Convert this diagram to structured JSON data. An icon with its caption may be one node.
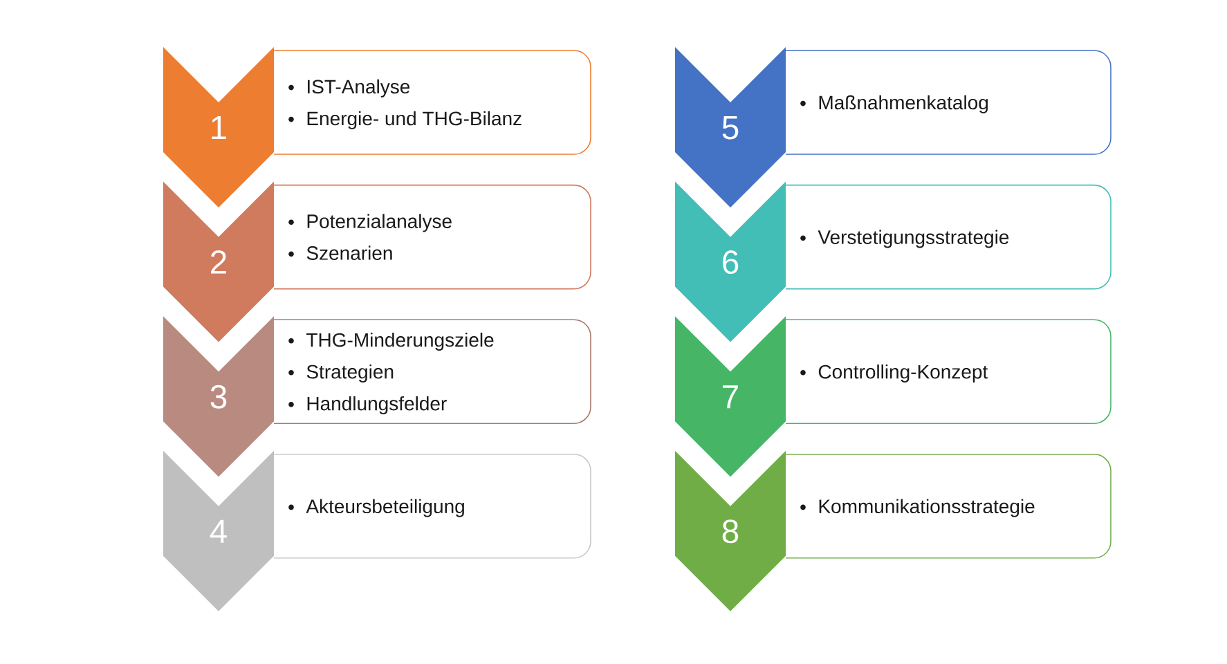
{
  "diagram": {
    "nodes": [
      {
        "text": [
          "1"
        ]
      },
      {
        "text": [
          "IST-Analyse",
          "Energie- und THG-Bilanz"
        ]
      },
      {
        "text": [
          "2"
        ]
      },
      {
        "text": [
          "Potenzialanalyse",
          "Szenarien"
        ]
      },
      {
        "text": [
          "3"
        ]
      },
      {
        "text": [
          "THG-Minderungsziele",
          "Strategien",
          "Handlungsfelder"
        ]
      },
      {
        "text": [
          "4"
        ]
      },
      {
        "text": [
          "Akteursbeteiligung"
        ]
      },
      {
        "text": [
          "5"
        ]
      },
      {
        "text": [
          "Maßnahmenkatalog"
        ]
      },
      {
        "text": [
          "6"
        ]
      },
      {
        "text": [
          "Verstetigungsstrategie"
        ]
      },
      {
        "text": [
          "7"
        ]
      },
      {
        "text": [
          "Controlling-Konzept"
        ]
      },
      {
        "text": [
          "8"
        ]
      },
      {
        "text": [
          "Kommunikationsstrategie"
        ]
      }
    ]
  }
}
